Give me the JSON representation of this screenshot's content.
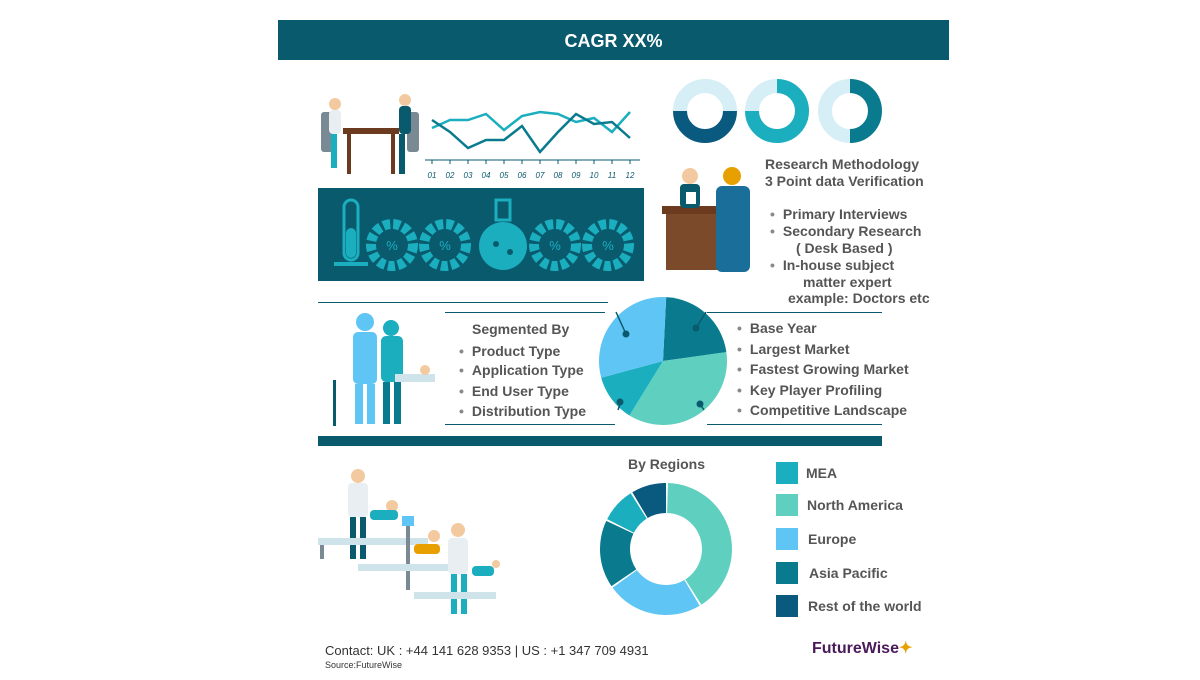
{
  "title": "CAGR XX%",
  "line_chart_ticks": [
    "01",
    "02",
    "03",
    "04",
    "05",
    "06",
    "07",
    "08",
    "09",
    "10",
    "11",
    "12"
  ],
  "research": {
    "heading_line1": "Research Methodology",
    "heading_line2": "3 Point data Verification",
    "bullets": [
      {
        "line1": "Primary Interviews"
      },
      {
        "line1": "Secondary Research",
        "line2": "( Desk Based )"
      },
      {
        "line1": "In-house subject",
        "line2": "matter expert",
        "line3": "example: Doctors etc"
      }
    ]
  },
  "segmented": {
    "heading": "Segmented By",
    "items": [
      "Product Type",
      "Application Type",
      "End User Type",
      "Distribution Type"
    ]
  },
  "report_items": [
    "Base Year",
    "Largest Market",
    "Fastest Growing Market",
    "Key Player Profiling",
    "Competitive Landscape"
  ],
  "regions": {
    "title": "By Regions",
    "legend": [
      {
        "label": "MEA",
        "color": "#1aaebf"
      },
      {
        "label": "North America",
        "color": "#5fcfbf"
      },
      {
        "label": "Europe",
        "color": "#5fc5f5"
      },
      {
        "label": "Asia Pacific",
        "color": "#0a7b8e"
      },
      {
        "label": "Rest of the world",
        "color": "#0a5a80"
      }
    ]
  },
  "footer": {
    "contact": "Contact:   UK : +44 141 628 9353  |  US :  +1 347 709 4931",
    "source": "Source:FutureWise",
    "brand": "FutureWise"
  },
  "colors": {
    "dark_teal": "#0a5a6e",
    "teal": "#1aaebf",
    "mint": "#5fcfbf",
    "sky": "#5fc5f5",
    "deep_teal": "#0a7b8e",
    "navy_teal": "#0a5a80"
  }
}
